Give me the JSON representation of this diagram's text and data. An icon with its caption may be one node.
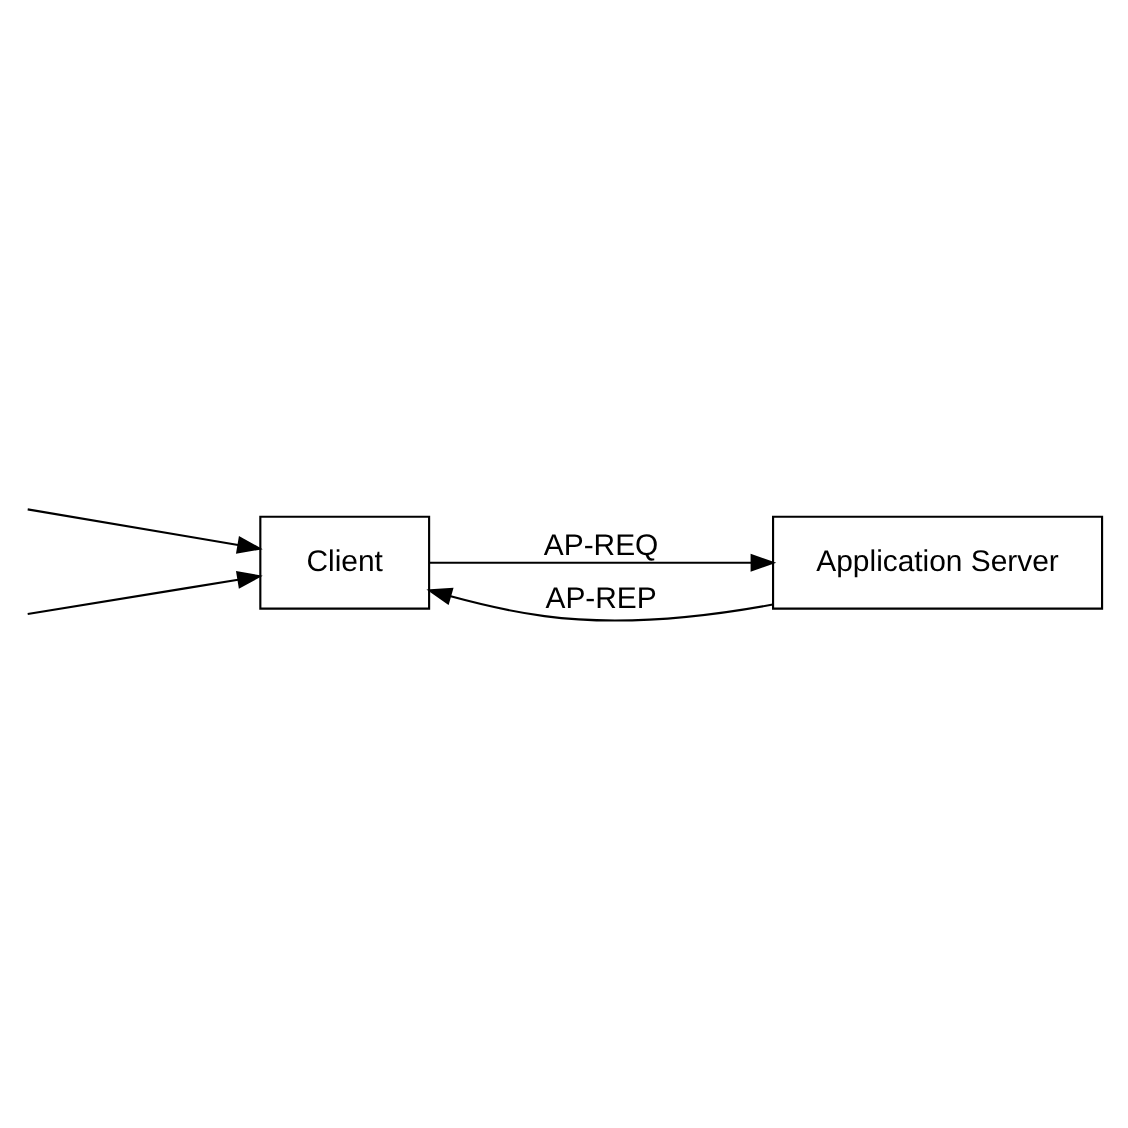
{
  "diagram": {
    "nodes": [
      {
        "text": [
          "Client"
        ]
      },
      {
        "text": [
          "Application Server"
        ]
      }
    ],
    "edges": [
      {
        "from": 0,
        "to": 1,
        "arrow": "to",
        "label": "AP-REQ"
      },
      {
        "from": 1,
        "to": 0,
        "arrow": "to",
        "label": "AP-REP"
      },
      {
        "from": null,
        "to": 0,
        "arrow": "to"
      },
      {
        "from": null,
        "to": 0,
        "arrow": "to"
      }
    ]
  }
}
